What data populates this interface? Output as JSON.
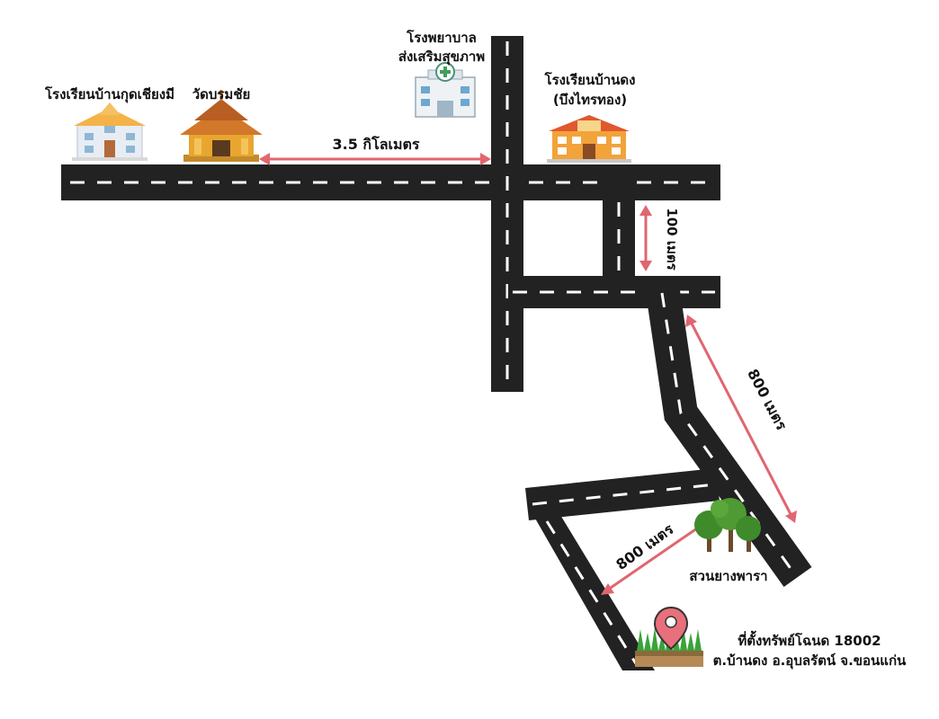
{
  "map": {
    "colors": {
      "road": "#222222",
      "road_marking": "#ffffff",
      "distance_arrow": "#e06670",
      "pin": "#e8707c",
      "tree": "#3f8a2a",
      "trunk": "#6b4a2b",
      "grass": "#3aa33a",
      "soil": "#b58a55"
    },
    "places": {
      "school_kud_chiang_mi": "โรงเรียนบ้านกุดเชียงมี",
      "wat_borom_chai": "วัดบรมชัย",
      "hospital_line1": "โรงพยาบาล",
      "hospital_line2": "ส่งเสริมสุขภาพ",
      "school_ban_dong_line1": "โรงเรียนบ้านดง",
      "school_ban_dong_line2": "(บึงไทรทอง)",
      "rubber_plantation": "สวนยางพารา",
      "property_line1": "ที่ตั้งทรัพย์โฉนด 18002",
      "property_line2": "ต.บ้านดง อ.อุบลรัตน์ จ.ขอนแก่น"
    },
    "distances": {
      "west_road": "3.5 กิโลเมตร",
      "short_connector": "100 เมตร",
      "diagonal_road": "800 เมตร",
      "lower_road": "800 เมตร"
    },
    "icons": {
      "school_left": "school-building-icon",
      "temple": "temple-icon",
      "hospital": "hospital-icon",
      "school_right": "school-building-icon",
      "trees": "tree-icon",
      "pin": "location-pin-icon",
      "grass": "grass-plot-icon"
    }
  }
}
